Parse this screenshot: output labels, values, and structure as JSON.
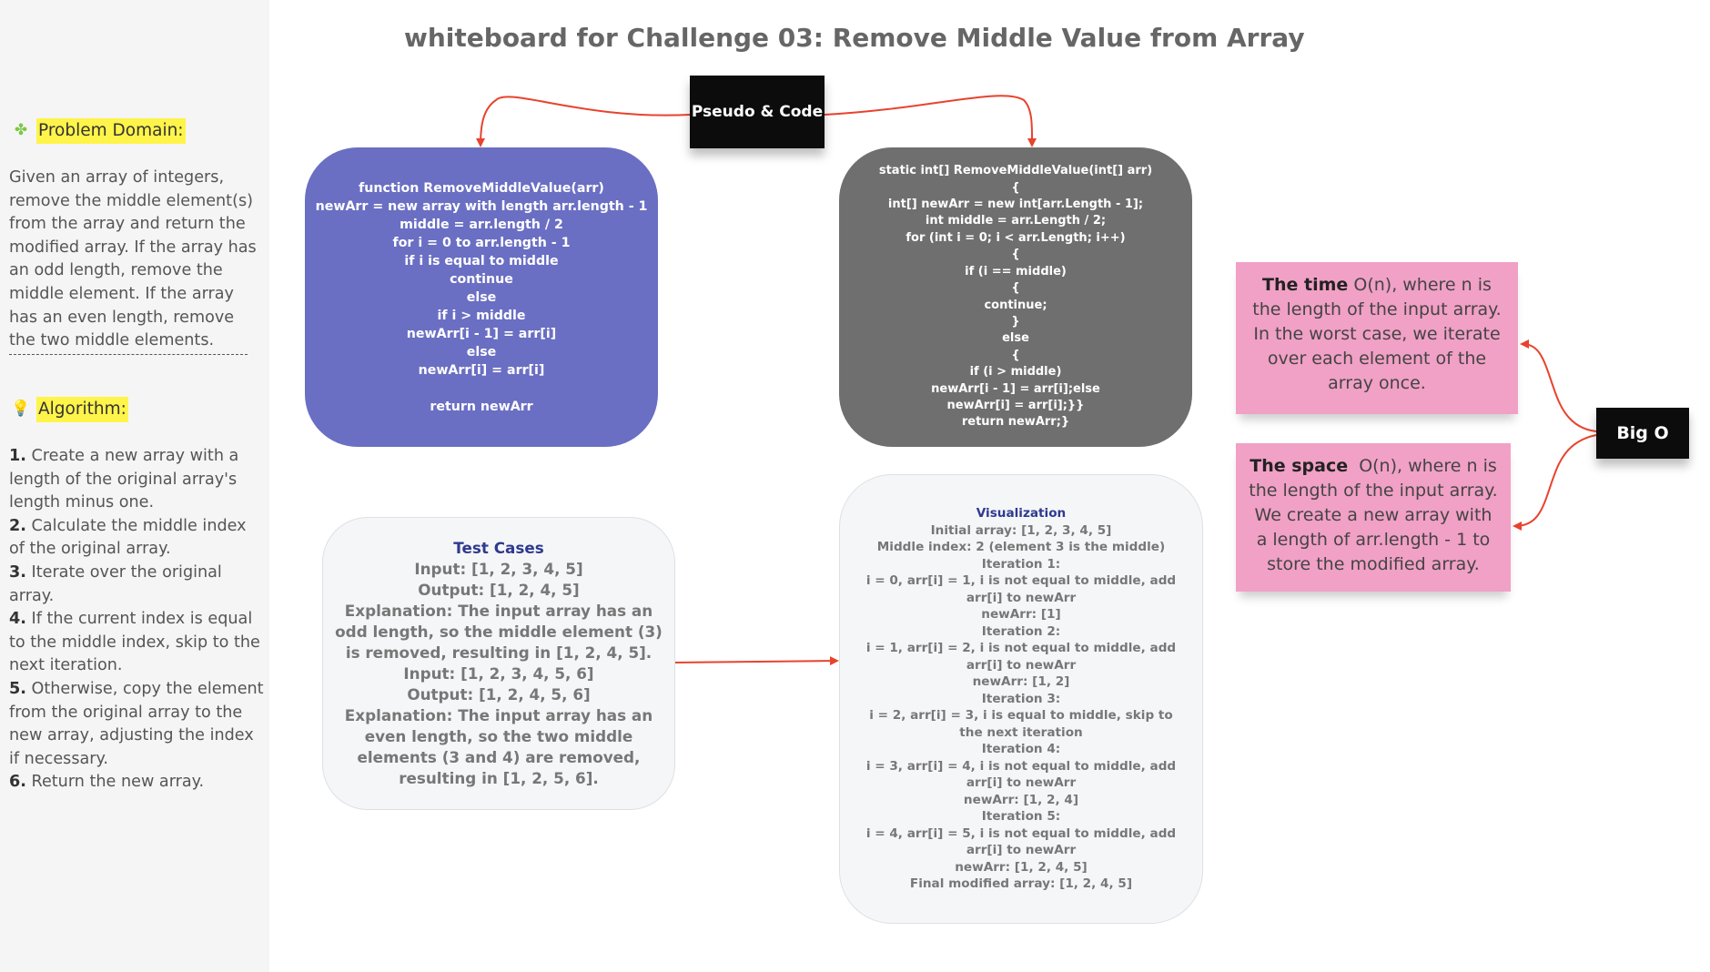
{
  "sidebar": {
    "problem_icon": "puzzle-icon",
    "problem_heading": "Problem Domain:",
    "problem_text": "Given an array of integers, remove the middle element(s) from the array and return the modified array. If the array has an odd length, remove the middle element. If the array has an even length, remove the two middle elements.",
    "algorithm_icon": "lightbulb-icon",
    "algorithm_heading": "Algorithm:",
    "steps": [
      {
        "num": "1.",
        "text": " Create a new array with a length of the original array's length minus one."
      },
      {
        "num": "2.",
        "text": " Calculate the middle index of the original array."
      },
      {
        "num": "3.",
        "text": " Iterate over the original array."
      },
      {
        "num": "4.",
        "text": " If the current index is equal to the middle index, skip to the next iteration."
      },
      {
        "num": "5.",
        "text": " Otherwise, copy the element from the original array to the new array, adjusting the index if necessary."
      },
      {
        "num": "6.",
        "text": " Return the new array."
      }
    ]
  },
  "title": "whiteboard for Challenge 03: Remove Middle Value from Array",
  "pseudo_label": "Pseudo & Code",
  "pseudocode": [
    "function RemoveMiddleValue(arr)",
    "newArr = new array with length arr.length - 1",
    "middle = arr.length / 2",
    "for i = 0 to arr.length - 1",
    "if i is equal to middle",
    "continue",
    "else",
    "if i > middle",
    "newArr[i - 1] = arr[i]",
    "else",
    "newArr[i] = arr[i]",
    "",
    "return newArr"
  ],
  "code": [
    "static int[] RemoveMiddleValue(int[] arr)",
    "{",
    "int[] newArr = new int[arr.Length - 1];",
    "int middle = arr.Length / 2;",
    "for (int i = 0; i < arr.Length; i++)",
    "{",
    "if (i == middle)",
    "{",
    "continue;",
    "}",
    "else",
    "{",
    "if (i > middle)",
    "newArr[i - 1] = arr[i];else",
    "newArr[i] = arr[i];}}",
    "return newArr;}"
  ],
  "test_cases": {
    "title": "Test Cases",
    "lines": [
      "Input: [1, 2, 3, 4, 5]",
      "Output: [1, 2, 4, 5]",
      "Explanation: The input array has an odd length, so the middle element (3) is removed, resulting in [1, 2, 4, 5].",
      "Input: [1, 2, 3, 4, 5, 6]",
      "Output: [1, 2, 4, 5, 6]",
      "Explanation: The input array has an even length, so the two middle elements (3 and 4) are removed, resulting in [1, 2, 5, 6]."
    ]
  },
  "visualization": {
    "title": "Visualization",
    "lines": [
      "Initial array: [1, 2, 3, 4, 5]",
      "Middle index: 2 (element 3 is the middle)",
      "Iteration 1:",
      "i = 0, arr[i] = 1, i is not equal to middle, add arr[i] to newArr",
      "newArr: [1]",
      "Iteration 2:",
      "i = 1, arr[i] = 2, i is not equal to middle, add arr[i] to newArr",
      "newArr: [1, 2]",
      "Iteration 3:",
      "i = 2, arr[i] = 3, i is equal to middle, skip to the next iteration",
      "Iteration 4:",
      "i = 3, arr[i] = 4, i is not equal to middle, add arr[i] to newArr",
      "newArr: [1, 2, 4]",
      "Iteration 5:",
      "i = 4, arr[i] = 5, i is not equal to middle, add arr[i] to newArr",
      "newArr: [1, 2, 4, 5]",
      "Final modified array: [1, 2, 4, 5]"
    ]
  },
  "big_o": {
    "label": "Big O",
    "time_bold": "The time",
    "time_text": " O(n), where n is the length of the input array. In the worst case, we iterate over each element of the array once.",
    "space_bold": "The space",
    "space_text": "  O(n), where n is the length of the input array. We create a new array with a length of arr.length - 1 to store the modified array."
  },
  "colors": {
    "sidebar_bg": "#f5f5f6",
    "highlight": "#fff44a",
    "pseudo_box": "#6a6fc3",
    "code_box": "#6f6f6f",
    "sticky_note": "#f1a0c6",
    "connector": "#e8432d",
    "box_title": "#2f3a8f"
  }
}
